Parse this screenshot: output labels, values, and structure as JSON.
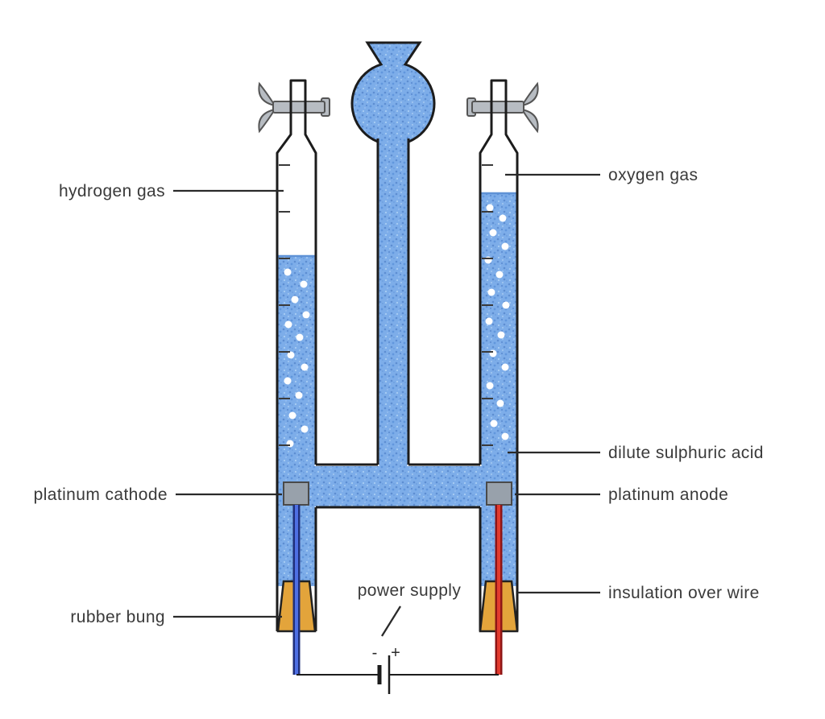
{
  "labels": {
    "hydrogen_gas": "hydrogen gas",
    "oxygen_gas": "oxygen gas",
    "dilute_sulphuric_acid": "dilute sulphuric acid",
    "platinum_cathode": "platinum cathode",
    "platinum_anode": "platinum anode",
    "rubber_bung": "rubber bung",
    "insulation_over_wire": "insulation over wire",
    "power_supply": "power supply"
  },
  "battery": {
    "negative_sign": "-",
    "positive_sign": "+"
  },
  "colors": {
    "liquid_blue": "#7dade9",
    "liquid_speckle_dark": "#5d8ed2",
    "liquid_speckle_light": "#a9cdf4",
    "bubble_white": "#ffffff",
    "bung_orange": "#e3a43b",
    "electrode_gray": "#98a1ab",
    "valve_gray": "#b7bcc2",
    "cathode_wire_blue": "#2a50c8",
    "anode_wire_red": "#d92f2f",
    "glass_outline": "#1c1c1c",
    "label_text": "#3a3a3a"
  }
}
